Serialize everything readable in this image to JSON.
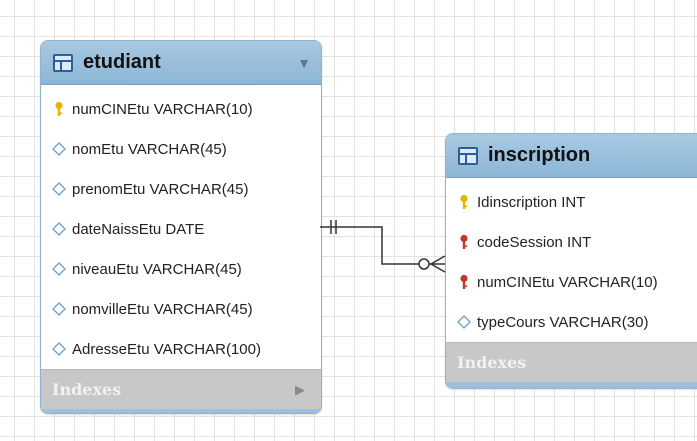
{
  "tables": {
    "etudiant": {
      "name": "etudiant",
      "columns": [
        {
          "text": "numCINEtu VARCHAR(10)",
          "icon": "primary-key-icon"
        },
        {
          "text": "nomEtu VARCHAR(45)",
          "icon": "column-diamond-icon"
        },
        {
          "text": "prenomEtu VARCHAR(45)",
          "icon": "column-diamond-icon"
        },
        {
          "text": "dateNaissEtu DATE",
          "icon": "column-diamond-icon"
        },
        {
          "text": "niveauEtu VARCHAR(45)",
          "icon": "column-diamond-icon"
        },
        {
          "text": "nomvilleEtu VARCHAR(45)",
          "icon": "column-diamond-icon"
        },
        {
          "text": "AdresseEtu VARCHAR(100)",
          "icon": "column-diamond-icon"
        }
      ],
      "indexes_label": "Indexes"
    },
    "inscription": {
      "name": "inscription",
      "columns": [
        {
          "text": "Idinscription INT",
          "icon": "primary-key-icon"
        },
        {
          "text": "codeSession INT",
          "icon": "foreign-key-icon"
        },
        {
          "text": "numCINEtu VARCHAR(10)",
          "icon": "foreign-key-icon"
        },
        {
          "text": "typeCours VARCHAR(30)",
          "icon": "column-diamond-icon"
        }
      ],
      "indexes_label": "Indexes"
    }
  },
  "relationship": {
    "from": "etudiant",
    "to": "inscription",
    "from_cardinality": "one-mandatory",
    "to_cardinality": "zero-or-many"
  },
  "colors": {
    "header": "#9dc0dc",
    "indexes_bar": "#c8c8c8",
    "primary_key": "#e6b400",
    "foreign_key": "#c0392b",
    "column_diamond": "#6f9fc6"
  }
}
